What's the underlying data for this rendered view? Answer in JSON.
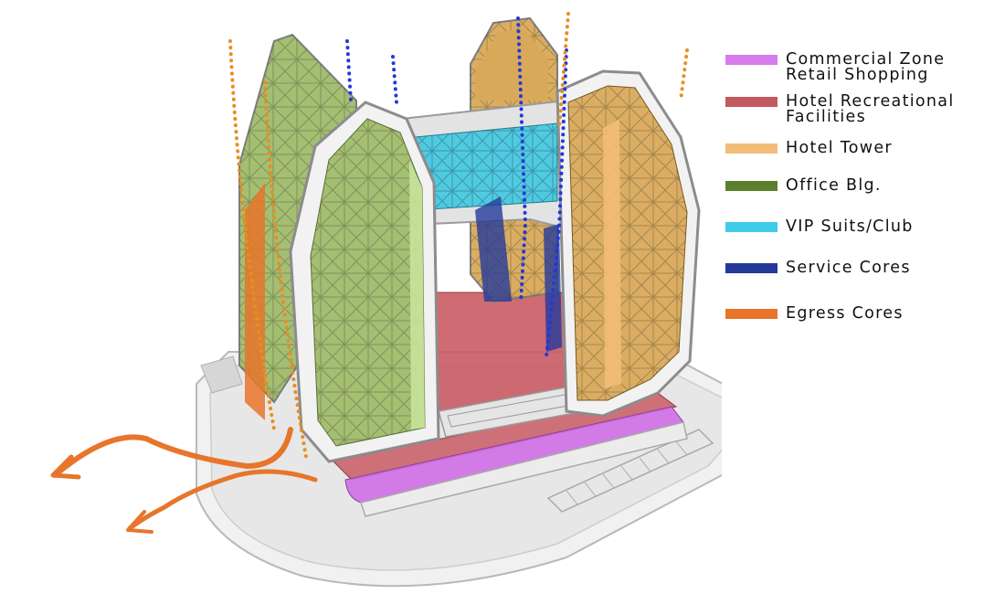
{
  "legend": {
    "items": [
      {
        "name": "commercial",
        "lines": [
          "Commercial Zone",
          "Retail Shopping"
        ],
        "color": "#d77bec"
      },
      {
        "name": "hotel-recreational",
        "lines": [
          "Hotel Recreational",
          "Facilities"
        ],
        "color": "#c25a5f"
      },
      {
        "name": "hotel-tower",
        "lines": [
          "Hotel Tower"
        ],
        "color": "#f2bd78"
      },
      {
        "name": "office",
        "lines": [
          "Office Blg."
        ],
        "color": "#5b7f2c"
      },
      {
        "name": "vip",
        "lines": [
          "VIP Suits/Club"
        ],
        "color": "#40cbe8"
      },
      {
        "name": "service-cores",
        "lines": [
          "Service Cores"
        ],
        "color": "#24399a"
      },
      {
        "name": "egress-cores",
        "lines": [
          "Egress Cores"
        ],
        "color": "#e7752a"
      }
    ]
  },
  "colors": {
    "structure": "#e9e9e9",
    "structure_edge": "#9a9a9a",
    "office_glass": "#9fba6a",
    "hotel_glass": "#d9a95a",
    "vip_glass": "#3fc6e0",
    "recreational": "#c95b64",
    "commercial": "#cf6ee6",
    "service_dots": "#2438d6",
    "egress_dots": "#e88d22",
    "egress_arrow": "#e7752a"
  }
}
